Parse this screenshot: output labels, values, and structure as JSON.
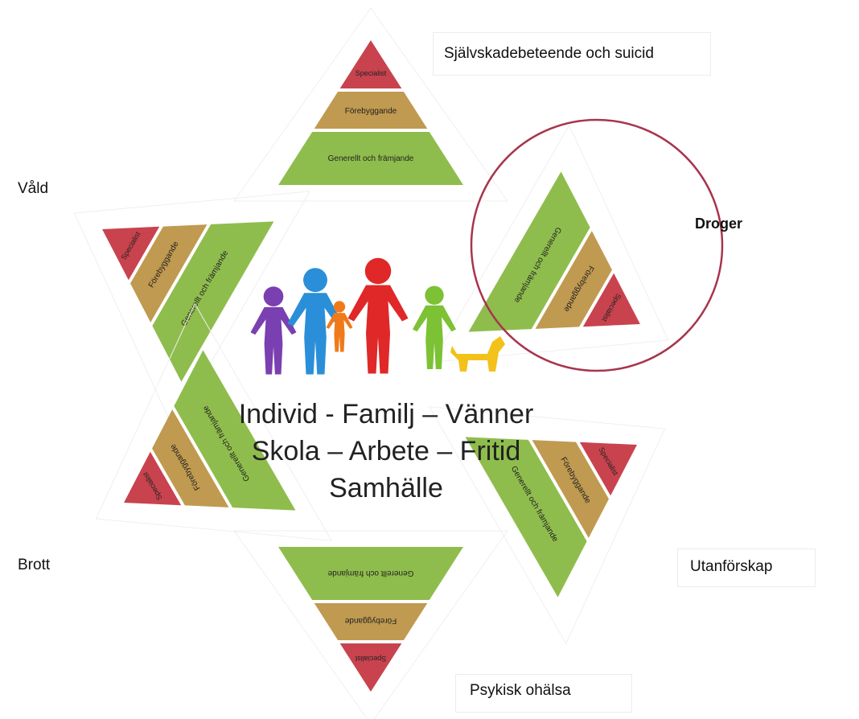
{
  "colors": {
    "specialist": "#c8434e",
    "forebyggande": "#c09a50",
    "generellt": "#8fbd4d",
    "highlight_circle": "#a8344d"
  },
  "levels": {
    "top": "Specialist",
    "middle": "Förebyggande",
    "bottom": "Generellt och främjande"
  },
  "areas": {
    "top": "Självskadebeteende och suicid",
    "upper_left": "Våld",
    "upper_right": "Droger",
    "lower_left": "Brott",
    "lower_right": "Utanförskap",
    "bottom": "Psykisk ohälsa"
  },
  "center": {
    "line1": "Individ - Familj – Vänner",
    "line2": "Skola – Arbete – Fritid",
    "line3": "Samhälle",
    "figure_colors": [
      "#7a3fb0",
      "#2a8fd8",
      "#f07a1a",
      "#e02828",
      "#7cc234",
      "#f2c21a"
    ]
  }
}
